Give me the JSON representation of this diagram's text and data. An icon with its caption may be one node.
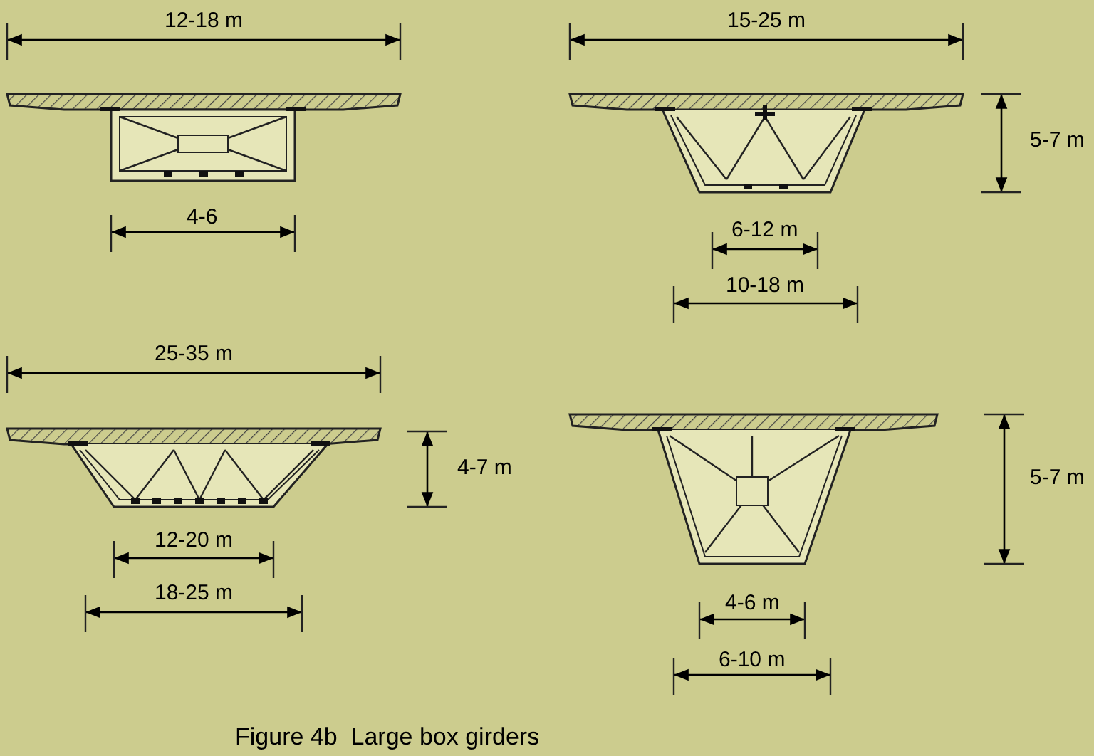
{
  "diagram": {
    "caption": "Figure 4b  Large box girders",
    "labels": [
      "12-18 m",
      "4-6",
      "15-25 m",
      "5-7 m",
      "6-12 m",
      "10-18 m",
      "25-35 m",
      "4-7 m",
      "12-20 m",
      "18-25 m",
      "5-7 m",
      "4-6 m",
      "6-10 m"
    ]
  }
}
